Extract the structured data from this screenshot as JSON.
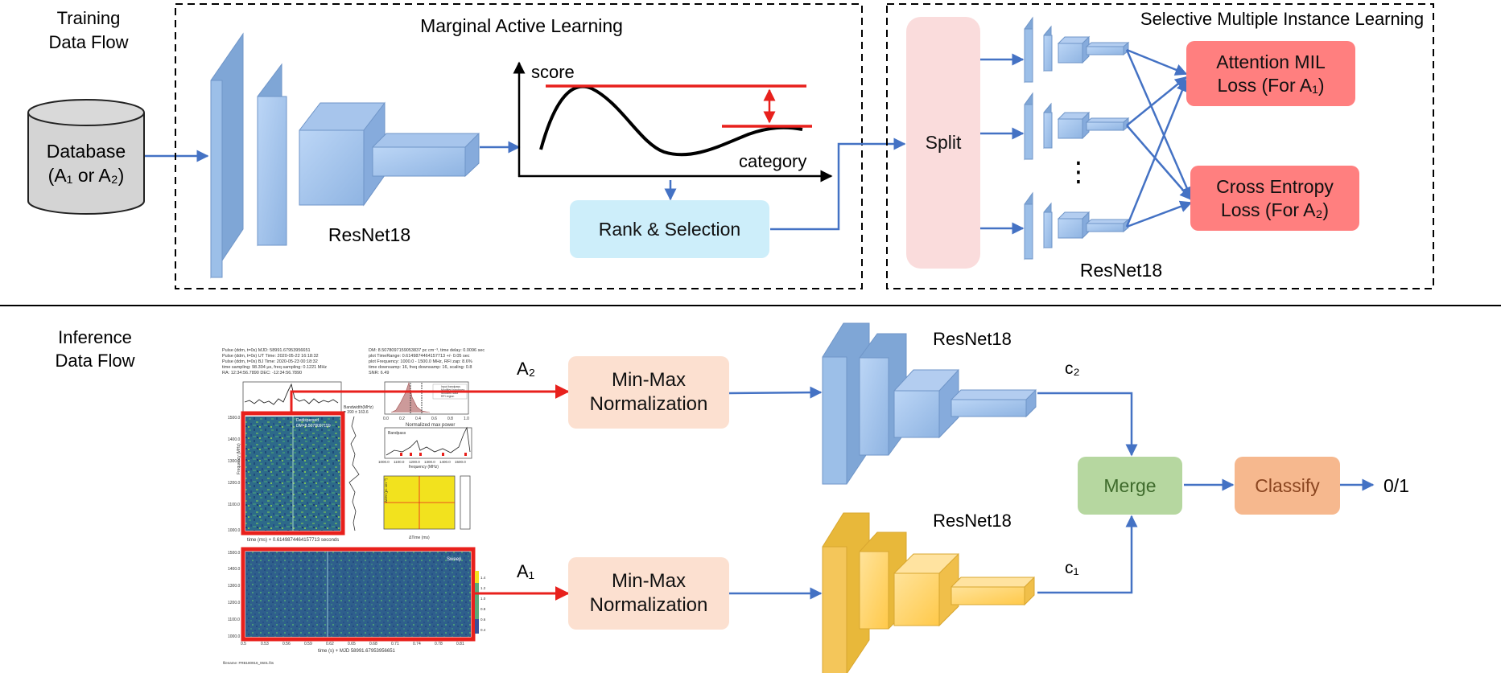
{
  "training": {
    "flow_label_line1": "Training",
    "flow_label_line2": "Data Flow",
    "database_line1": "Database",
    "database_line2": "(A₁ or A₂)",
    "mal_title": "Marginal Active Learning",
    "resnet_label": "ResNet18",
    "score_label": "score",
    "category_label": "category",
    "rank_label": "Rank & Selection",
    "smil_title": "Selective Multiple Instance Learning",
    "split_label": "Split",
    "ellipsis": "⋮",
    "attention_line1": "Attention MIL",
    "attention_line2": "Loss (For A₁)",
    "ce_line1": "Cross Entropy",
    "ce_line2": "Loss (For A₂)",
    "smil_resnet_label": "ResNet18"
  },
  "inference": {
    "flow_label_line1": "Inference",
    "flow_label_line2": "Data Flow",
    "a2_label": "A₂",
    "a1_label": "A₁",
    "norm_line1": "Min-Max",
    "norm_line2": "Normalization",
    "resnet_top_label": "ResNet18",
    "resnet_bottom_label": "ResNet18",
    "c2_label": "c₂",
    "c1_label": "c₁",
    "merge_label": "Merge",
    "classify_label": "Classify",
    "output_label": "0/1",
    "plot": {
      "header_lines": [
        "Pulse (ddm, t=0s) MJD: 58991.67953956651",
        "Pulse (ddm, t=0s) UT Time: 2020-05-22 16:18:32",
        "Pulse (ddm, t=0s) BJ Time: 2020-05-23 00:18:32",
        "time sampling: 98.304 μs,  freq sampling: 0.1221 MHz",
        "RA: 12:34:56.7890     DEC: -12:34:56.7890"
      ],
      "header_right_lines": [
        "DM: 8.5078097159053837 pc cm⁻³,  time delay: 0.0096 sec",
        "plot TimeRange: 0.6149874464157713 +/- 0.05 sec",
        "plot Frequency: 1000.0 - 1500.0 MHz,  RFI zap: 8.6%",
        "time downsamp: 16,   freq downsamp: 16,   scaling: 0.8",
        "SNR: 6.49"
      ],
      "dedispersed_label": "Dedispersed",
      "dm_label": "DM=8.5078097159",
      "bandwidth_label": "Bandwidth(MHz)",
      "bandwidth_value": "= 390 ± 163.6",
      "sweep_label": "Sweep",
      "bandpass_label": "Bandpass",
      "norm_power_label": "Normalized max power",
      "frequency_mhz_label": "Frequency (MHz)",
      "frequency_axis_label": "frequency (MHz)",
      "time_axis_top": "time (ms) + 0.6149874464157713 seconds",
      "time_axis_bottom": "time (s) + MJD 58991.67953956651",
      "dtime_label": "ΔTime (ms)",
      "ddm_label": "ΔDM (pc cm⁻³)",
      "filename": "filename: FRB180916_0601.fits",
      "top_yticks": [
        "1500.0",
        "1400.0",
        "1300.0",
        "1200.0",
        "1100.0",
        "1000.0"
      ],
      "bottom_yticks": [
        "1500.0",
        "1400.0",
        "1300.0",
        "1200.0",
        "1100.0",
        "1000.0"
      ],
      "bottom_xticks": [
        "0.5",
        "0.53",
        "0.56",
        "0.59",
        "0.62",
        "0.65",
        "0.68",
        "0.71",
        "0.74",
        "0.78",
        "0.81"
      ],
      "colorbar_ticks": [
        "1.4",
        "1.2",
        "1.0",
        "0.8",
        "0.6",
        "0.4"
      ],
      "small_xticks": [
        "0.0",
        "0.2",
        "0.4",
        "0.6",
        "0.8",
        "1.0"
      ],
      "bandpass_xticks": [
        "1000.0",
        "1100.0",
        "1200.0",
        "1300.0",
        "1400.0",
        "1500.0"
      ],
      "legend_lines": [
        "Input bandpass",
        "Modified bandpass",
        "Modified data",
        "RFI region"
      ]
    }
  },
  "colors": {
    "arrow_blue": "#4472c4",
    "highlight_red": "#e8201c",
    "box_red": "#ff7f7f",
    "rank_blue": "#cdeefa",
    "split_pink": "#fadcdc",
    "norm_peach": "#fce0d0",
    "merge_green": "#b6d7a0",
    "classify_orange": "#f6b88e",
    "resnet_blue": "#9cbfe8",
    "resnet_yellow": "#ffd36b"
  }
}
